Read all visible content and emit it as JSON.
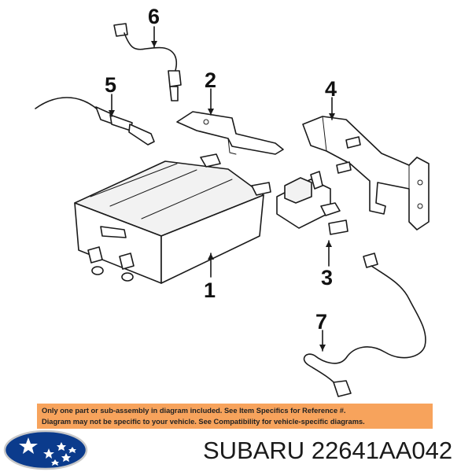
{
  "callouts": [
    {
      "id": "1",
      "label": "1"
    },
    {
      "id": "2",
      "label": "2"
    },
    {
      "id": "3",
      "label": "3"
    },
    {
      "id": "4",
      "label": "4"
    },
    {
      "id": "5",
      "label": "5"
    },
    {
      "id": "6",
      "label": "6"
    },
    {
      "id": "7",
      "label": "7"
    }
  ],
  "disclaimer": {
    "line1": "Only one part or sub-assembly in diagram included. See Item Specifics for Reference #.",
    "line2": "Diagram may not be specific to your vehicle. See Compatibility for vehicle-specific diagrams."
  },
  "caption": {
    "brand": "SUBARU",
    "part_number": "22641AA042"
  },
  "colors": {
    "disclaimer_background": "#f7a35c",
    "logo_blue": "#0b3b8c",
    "line_art": "#1a1a1a"
  },
  "icons": {
    "logo": "subaru-logo-icon"
  }
}
